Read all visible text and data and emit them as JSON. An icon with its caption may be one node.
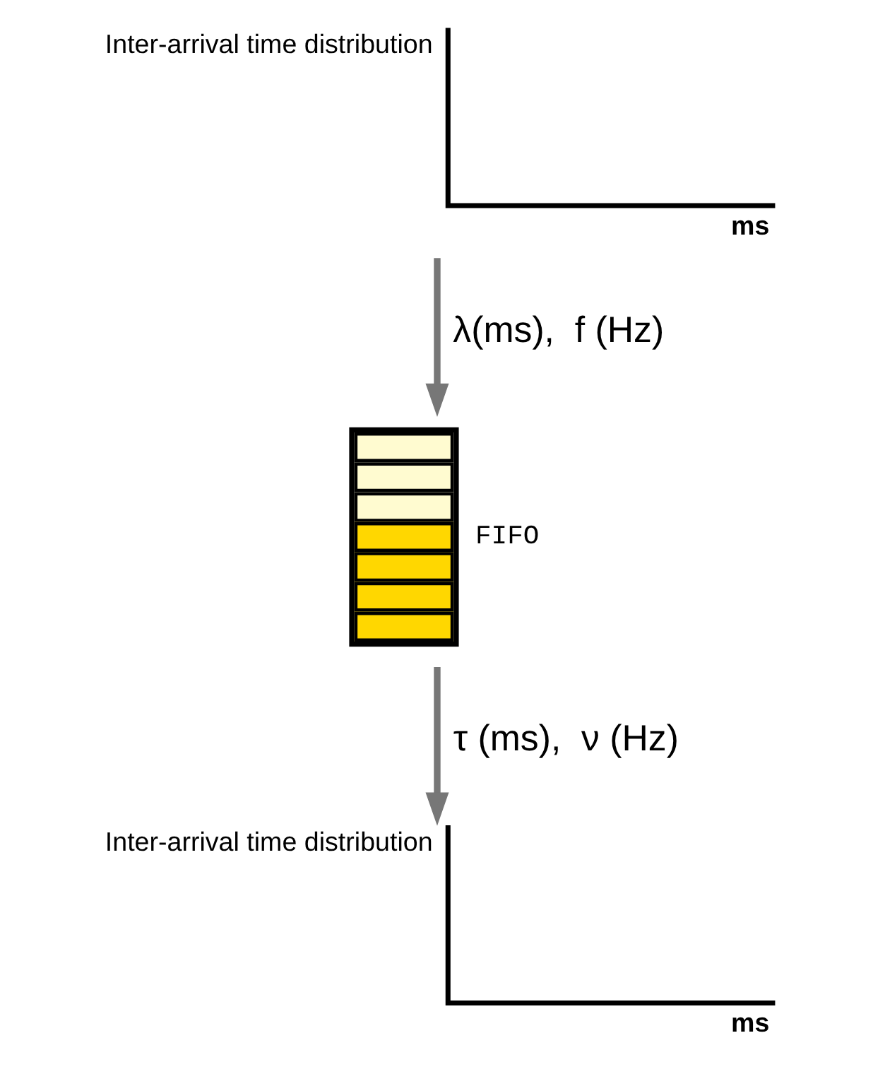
{
  "diagram": {
    "nodes": [
      {
        "text": [
          "Inter-arrival time distribution",
          "ms"
        ]
      },
      {
        "text": [],
        "shape": "box",
        "beside": [
          "FIFO"
        ]
      },
      {
        "text": [
          "Inter-arrival time distribution",
          "ms"
        ]
      }
    ],
    "edges": [
      {
        "from": 0,
        "to": 1,
        "arrow": "to",
        "label": "λ(ms),  f (Hz)"
      },
      {
        "from": 1,
        "to": 2,
        "arrow": "to",
        "label": "τ (ms),  ν (Hz)"
      }
    ]
  }
}
